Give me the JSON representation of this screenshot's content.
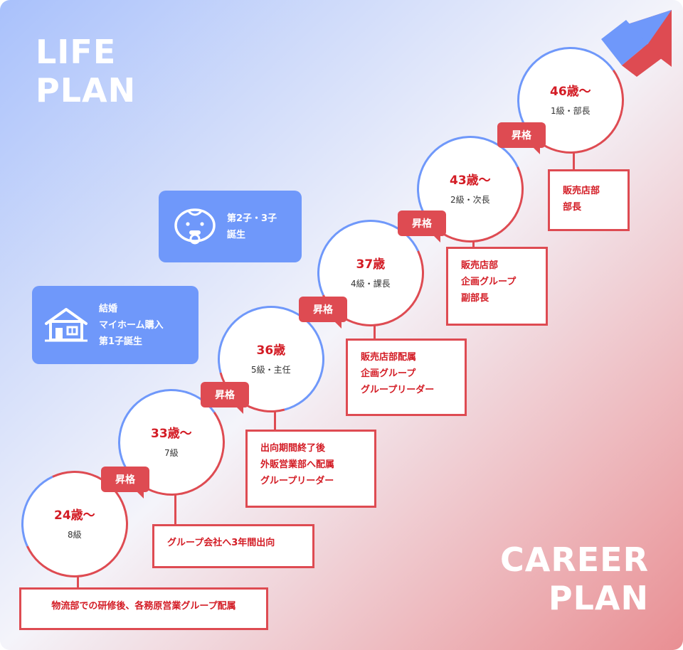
{
  "titles": {
    "life": [
      "LIFE",
      "PLAN"
    ],
    "career": [
      "CAREER",
      "PLAN"
    ]
  },
  "colors": {
    "accent_red": "#de4b52",
    "age_text": "#d31c25",
    "accent_blue": "#6f98fa"
  },
  "promotion_label": "昇格",
  "steps": [
    {
      "age": "24歳～",
      "grade": "8級",
      "role_lines": [
        "物流部での研修後、各務原営業グループ配属"
      ]
    },
    {
      "age": "33歳～",
      "grade": "7級",
      "role_lines": [
        "グループ会社へ3年間出向"
      ]
    },
    {
      "age": "36歳",
      "grade": "5級・主任",
      "role_lines": [
        "出向期間終了後",
        "外販営業部へ配属",
        "グループリーダー"
      ]
    },
    {
      "age": "37歳",
      "grade": "4級・課長",
      "role_lines": [
        "販売店部配属",
        "企画グループ",
        "グループリーダー"
      ]
    },
    {
      "age": "43歳～",
      "grade": "2級・次長",
      "role_lines": [
        "販売店部",
        "企画グループ",
        "副部長"
      ]
    },
    {
      "age": "46歳～",
      "grade": "1級・部長",
      "role_lines": [
        "販売店部",
        "部長"
      ]
    }
  ],
  "life_events": [
    {
      "icon": "house-icon",
      "lines": [
        "結婚",
        "マイホーム購入",
        "第1子誕生"
      ]
    },
    {
      "icon": "baby-icon",
      "lines": [
        "第2子・3子",
        "誕生"
      ]
    }
  ]
}
